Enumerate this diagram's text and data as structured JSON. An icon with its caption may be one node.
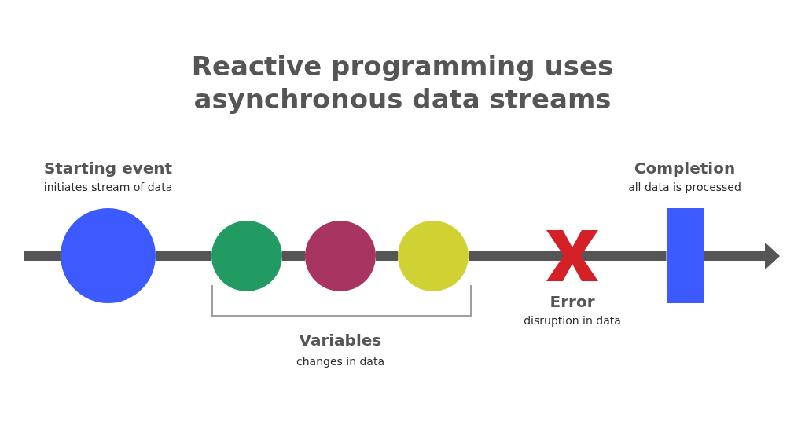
{
  "diagram": {
    "title": "Reactive programming uses asynchronous data streams",
    "nodes": [
      {
        "text": [
          "Starting event",
          "initiates stream of data"
        ]
      },
      {
        "text": [],
        "shape": "circle"
      },
      {
        "text": [],
        "shape": "circle"
      },
      {
        "text": [],
        "shape": "circle"
      },
      {
        "text": [
          "Error",
          "disruption in data"
        ]
      },
      {
        "text": [
          "Completion",
          "all data is processed"
        ]
      }
    ],
    "edges": [
      {
        "from": null,
        "to": 0,
        "arrow": "none"
      },
      {
        "from": 0,
        "to": 1,
        "arrow": "none"
      },
      {
        "from": 1,
        "to": 2,
        "arrow": "none"
      },
      {
        "from": 2,
        "to": 3,
        "arrow": "none"
      },
      {
        "from": 3,
        "to": 4,
        "arrow": "none"
      },
      {
        "from": 4,
        "to": 5,
        "arrow": "none"
      },
      {
        "from": 5,
        "to": null,
        "arrow": "to"
      }
    ],
    "labels": [
      "Variables",
      "changes in data"
    ]
  }
}
